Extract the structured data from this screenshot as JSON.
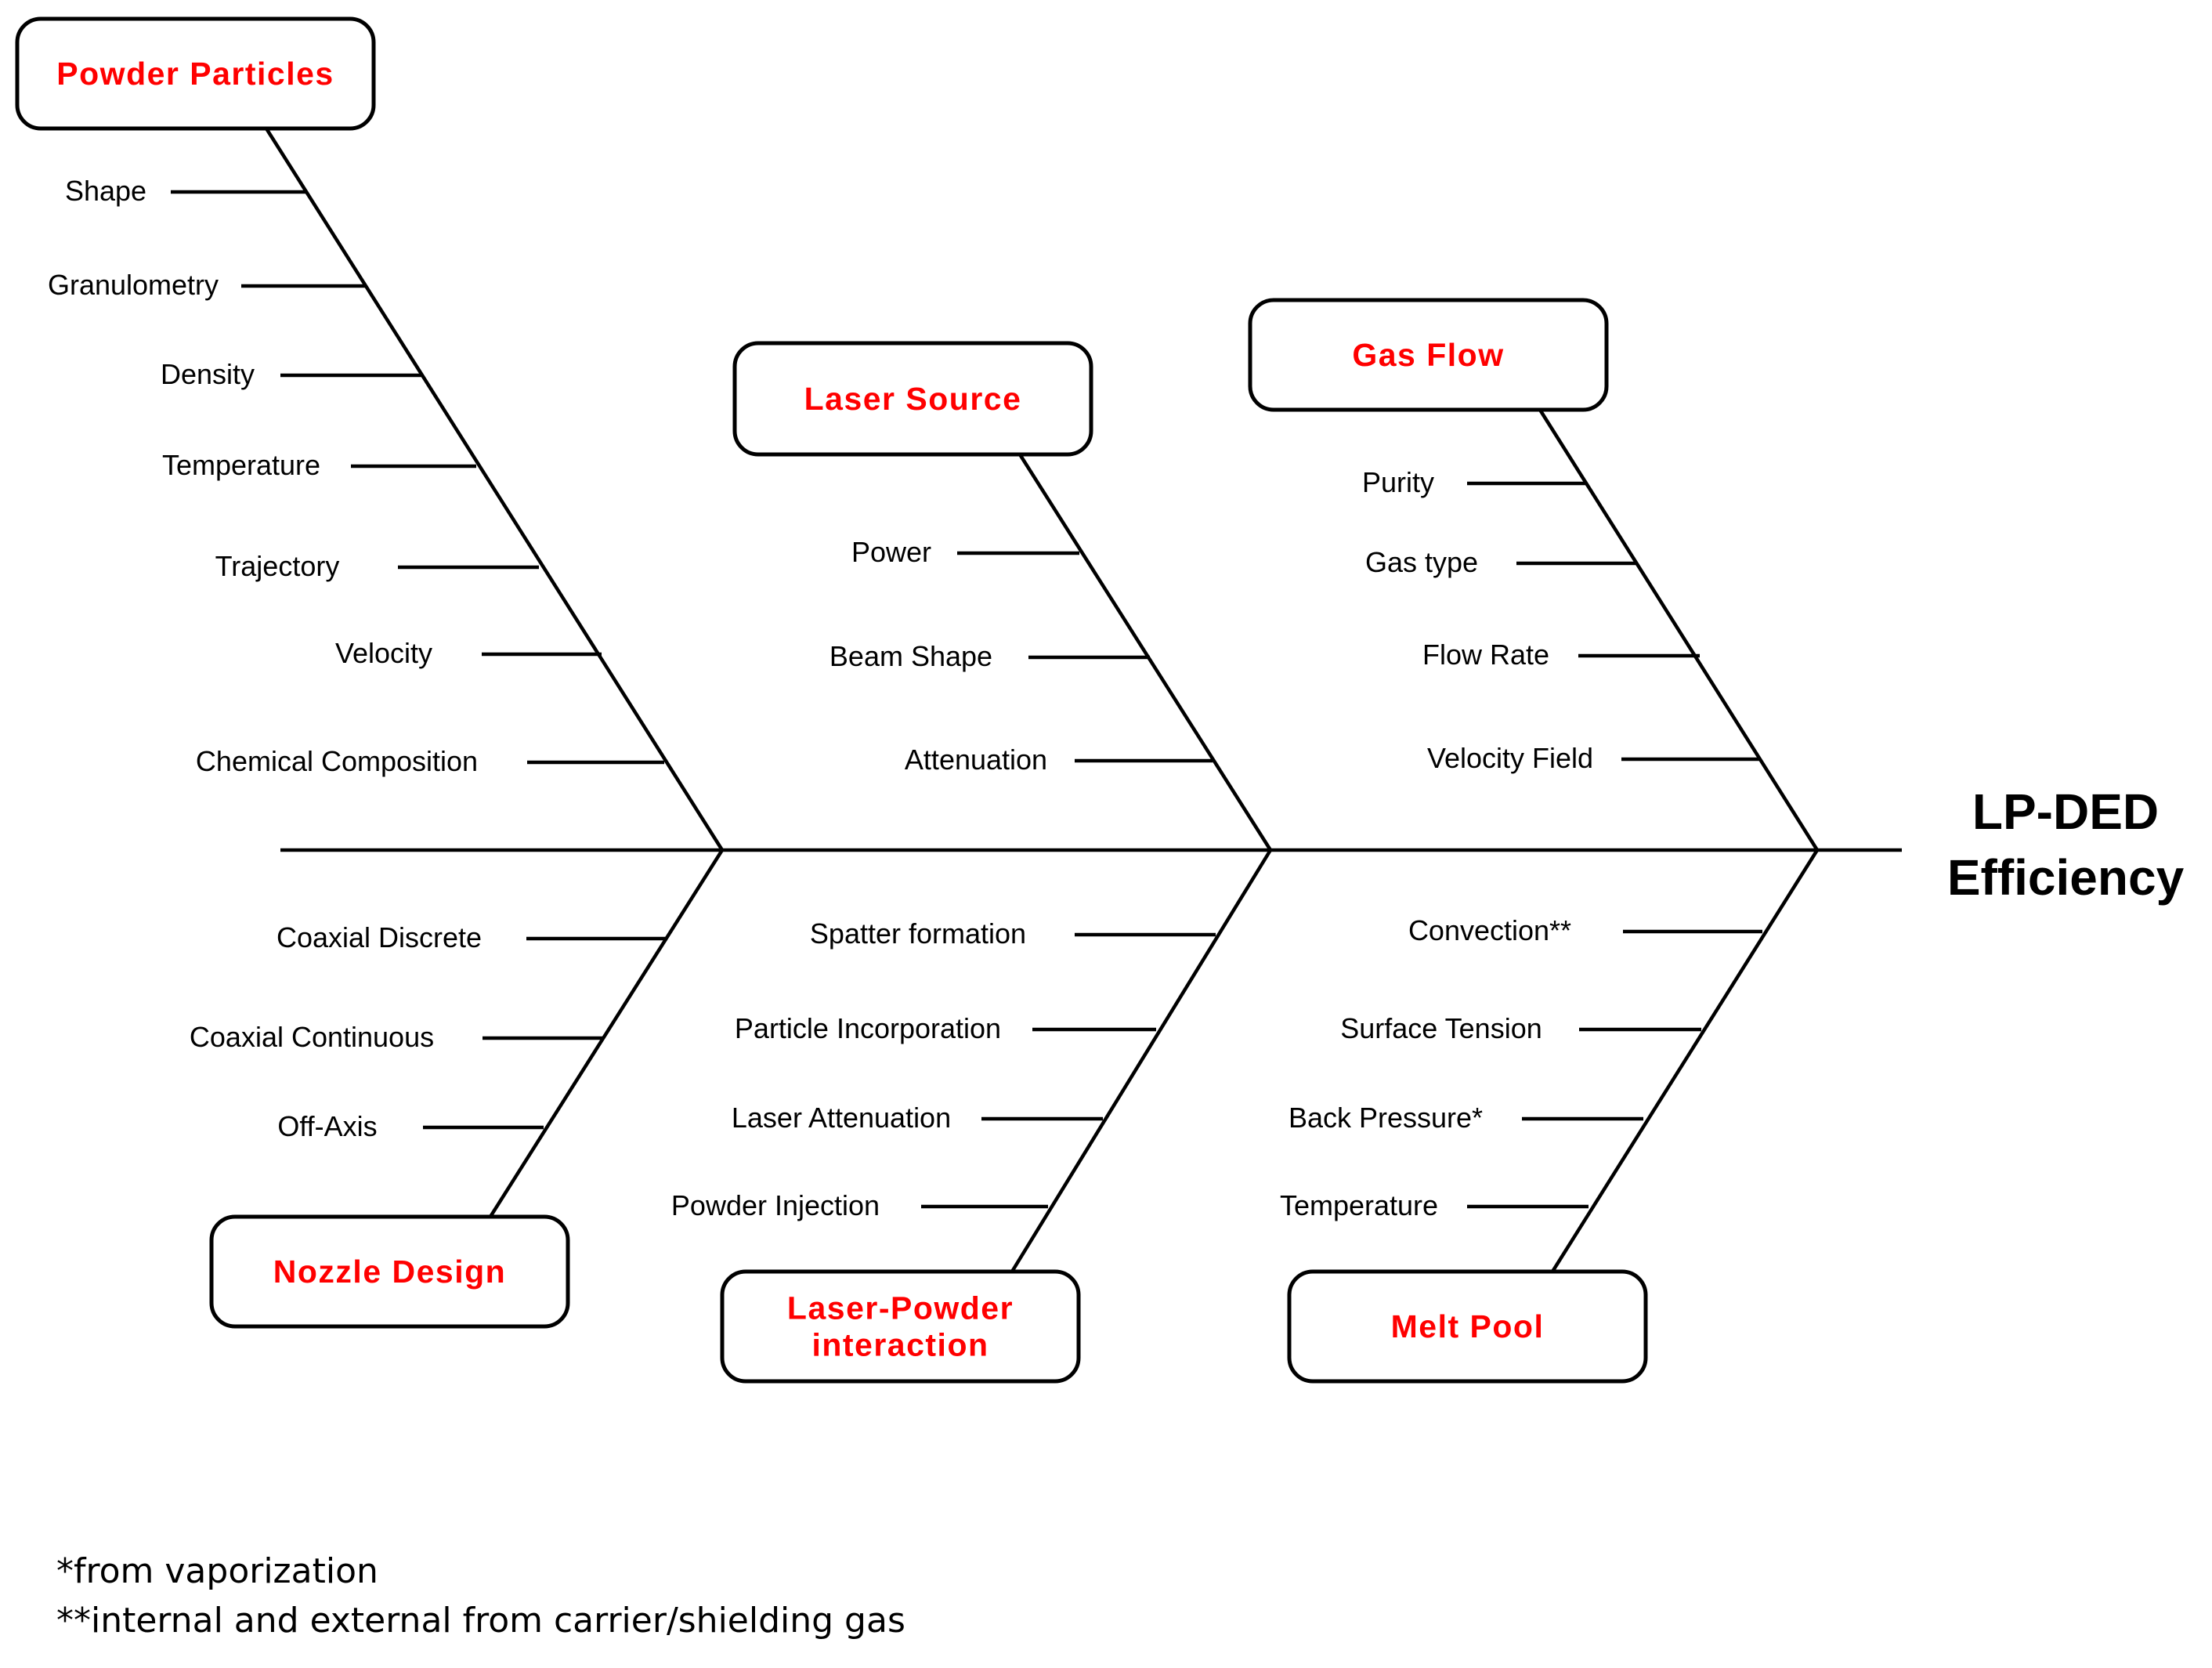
{
  "diagram": {
    "type": "fishbone",
    "effect": [
      "LP-DED",
      "Efficiency"
    ],
    "label_color": "#ff0000",
    "categories": [
      {
        "label": [
          "Powder Particles"
        ],
        "causes": [
          "Shape",
          "Granulometry",
          "Density",
          "Temperature",
          "Trajectory",
          "Velocity",
          "Chemical Composition"
        ]
      },
      {
        "label": [
          "Laser Source"
        ],
        "causes": [
          "Power",
          "Beam Shape",
          "Attenuation"
        ]
      },
      {
        "label": [
          "Gas Flow"
        ],
        "causes": [
          "Purity",
          "Gas type",
          "Flow Rate",
          "Velocity Field"
        ]
      },
      {
        "label": [
          "Nozzle Design"
        ],
        "causes": [
          "Coaxial Discrete",
          "Coaxial Continuous",
          "Off-Axis"
        ]
      },
      {
        "label": [
          "Laser-Powder",
          "interaction"
        ],
        "causes": [
          "Spatter formation",
          "Particle Incorporation",
          "Laser Attenuation",
          "Powder Injection"
        ]
      },
      {
        "label": [
          "Melt Pool"
        ],
        "causes": [
          "Convection**",
          "Surface Tension",
          "Back Pressure*",
          "Temperature"
        ]
      }
    ],
    "footnotes": [
      "*from vaporization",
      "**internal and external from carrier/shielding gas"
    ]
  }
}
